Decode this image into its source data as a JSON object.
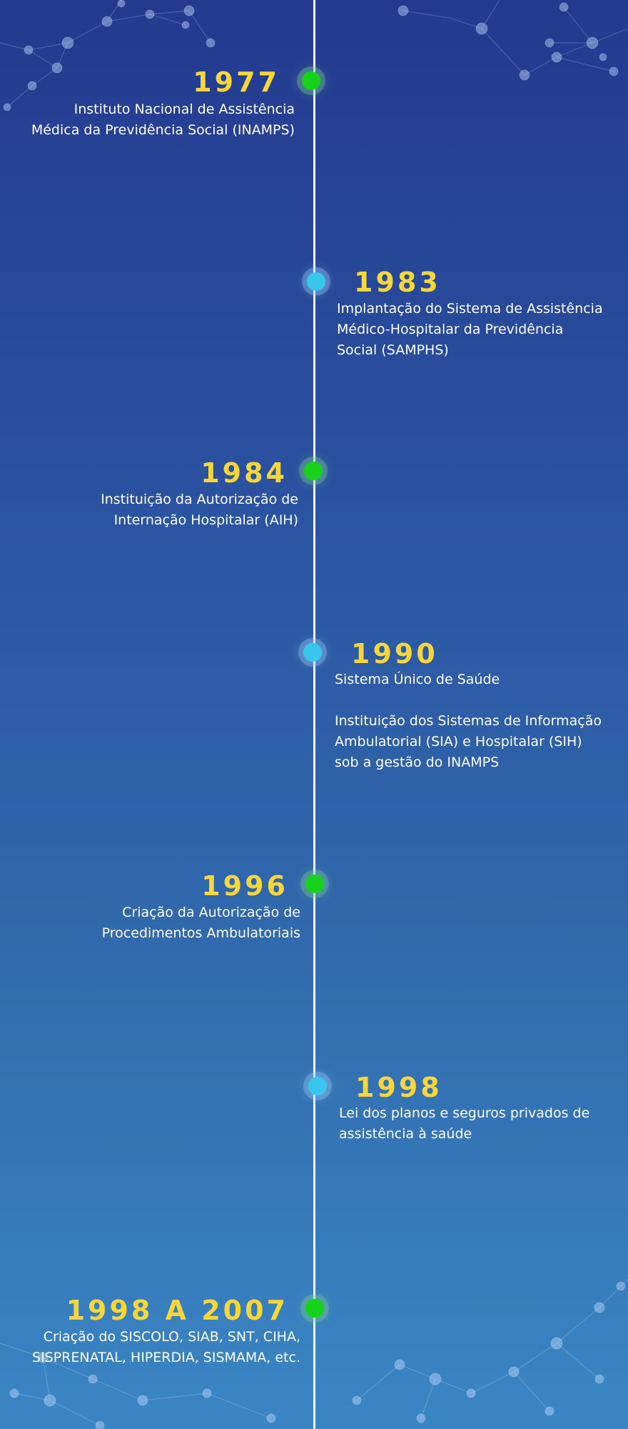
{
  "events": [
    {
      "year": "1977",
      "lines": [
        "Instituto Nacional de Assistência",
        "Médica da Previdência Social (INAMPS)"
      ]
    },
    {
      "year": "1983",
      "lines": [
        "Implantação do Sistema de Assistência",
        "Médico-Hospitalar da Previdência",
        "Social (SAMPHS)"
      ]
    },
    {
      "year": "1984",
      "lines": [
        "Instituição da Autorização de",
        "Internação Hospitalar (AIH)"
      ]
    },
    {
      "year": "1990",
      "lines": [
        "Sistema Único de Saúde"
      ],
      "lines2": [
        "Instituição dos Sistemas de Informação",
        "Ambulatorial (SIA) e Hospitalar (SIH)",
        "sob a gestão do INAMPS"
      ]
    },
    {
      "year": "1996",
      "lines": [
        "Criação da Autorização de",
        "Procedimentos Ambulatoriais"
      ]
    },
    {
      "year": "1998",
      "lines": [
        "Lei dos planos e seguros privados de",
        "assistência à saúde"
      ]
    },
    {
      "year": "1998 A 2007",
      "lines": [
        "Criação do SISCOLO, SIAB, SNT, CIHA,",
        "SISPRENATAL, HIPERDIA, SISMAMA, etc."
      ]
    }
  ],
  "colors": {
    "year": "#f6d63a",
    "dot_green": "#17d21b",
    "dot_cyan": "#39c6ee",
    "axis": "#ffffff"
  }
}
